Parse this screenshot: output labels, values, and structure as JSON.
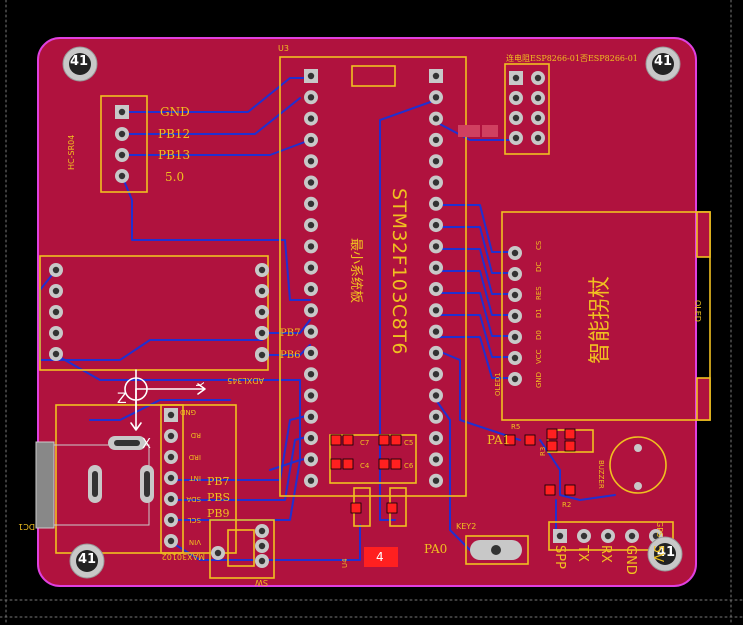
{
  "colors": {
    "background": "#000000",
    "board": "#B0123E",
    "outline": "#E040E0",
    "silk": "#F0C020",
    "trace": "#2030D0",
    "pad": "#C8C8C8",
    "pad_hole": "#333333",
    "copper_red": "#FF2020",
    "white": "#FFFFFF"
  },
  "board": {
    "mounting_holes": [
      "41",
      "41",
      "41",
      "41"
    ]
  },
  "modules": {
    "hc_sr04": {
      "ref": "HC-SR04",
      "pins": [
        "GND",
        "PB12",
        "PB13",
        "5.0"
      ]
    },
    "mcu": {
      "ref": "U3",
      "part": "STM32F103C8T6",
      "caption": "最小系统板"
    },
    "esp8266": {
      "caption": "连电阻ESP8266-01否ESP8266-01"
    },
    "oled": {
      "ref": "OLED1",
      "side": "OLED",
      "caption": "智能拐杖",
      "pins": [
        "CS",
        "DC",
        "RES",
        "D1",
        "D0",
        "VCC",
        "GND"
      ]
    },
    "adxl345": {
      "ref": "ADXL345",
      "pins": [
        "PB7",
        "PB6"
      ],
      "axis_z": "Z",
      "axis_x": "X",
      "axis_y": "Y"
    },
    "max30102": {
      "ref": "MAX30102",
      "pins": [
        "GND",
        "RD",
        "IRD",
        "INT",
        "SDA",
        "SCL",
        "VIN"
      ],
      "nets": [
        "PB7",
        "PBS",
        "PB9"
      ]
    },
    "power": {
      "ref": "DC1"
    },
    "sw": {
      "ref": "SW"
    },
    "u4": {
      "ref": "U4",
      "pad": "4"
    },
    "key2": {
      "ref": "KEY2",
      "net": "PA0"
    },
    "buzzer": {
      "ref": "BUZZER",
      "net": "PA1",
      "r5": "R5",
      "r3": "R3",
      "r2": "R2"
    },
    "caps": [
      "C7",
      "C5",
      "C4",
      "C6"
    ],
    "gps": {
      "ref": "GPS",
      "pins": [
        "5V",
        "GND",
        "RX",
        "TX",
        "SPP"
      ]
    }
  }
}
